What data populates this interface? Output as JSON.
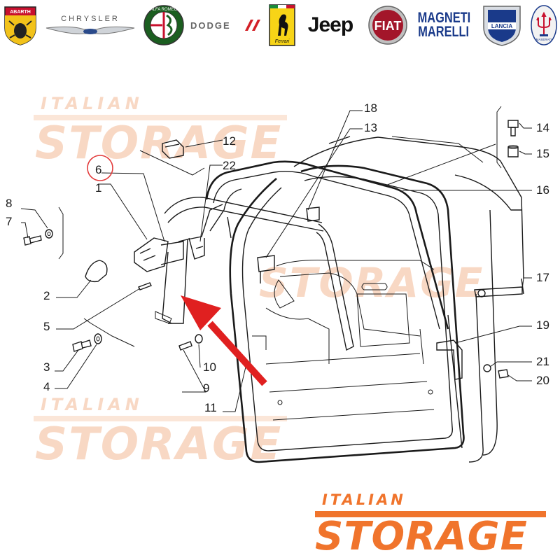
{
  "logos": [
    {
      "id": "abarth",
      "text": "ABARTH",
      "color": "#c8102e"
    },
    {
      "id": "chrysler",
      "text": "CHRYSLER",
      "color": "#555555"
    },
    {
      "id": "alfa-romeo",
      "text": "ALFA ROMEO",
      "color": "#1b5e20"
    },
    {
      "id": "dodge",
      "text": "DODGE",
      "color": "#555555"
    },
    {
      "id": "ferrari",
      "text": "Ferrari",
      "color": "#f7d417"
    },
    {
      "id": "jeep",
      "text": "Jeep",
      "color": "#111111"
    },
    {
      "id": "fiat",
      "text": "FIAT",
      "color": "#a3162a"
    },
    {
      "id": "magneti-marelli",
      "text_line1": "MAGNETI",
      "text_line2": "MARELLI",
      "color": "#1a3a8a"
    },
    {
      "id": "lancia",
      "text": "LANCIA",
      "color": "#1a3a8a"
    },
    {
      "id": "maserati",
      "text": "MASERATI",
      "color": "#1a3a8a"
    }
  ],
  "watermark": {
    "line1": "ITALIAN",
    "line2": "STORAGE",
    "color": "#f8d8c4"
  },
  "brand": {
    "line1": "ITALIAN",
    "line2": "STORAGE",
    "color": "#f0742c"
  },
  "highlight": {
    "part": "6",
    "circle_color": "#e23b3b",
    "arrow_color": "#e02020"
  },
  "parts": [
    "1",
    "2",
    "3",
    "4",
    "5",
    "6",
    "7",
    "8",
    "9",
    "10",
    "11",
    "12",
    "13",
    "14",
    "15",
    "16",
    "17",
    "18",
    "19",
    "20",
    "21",
    "22"
  ]
}
